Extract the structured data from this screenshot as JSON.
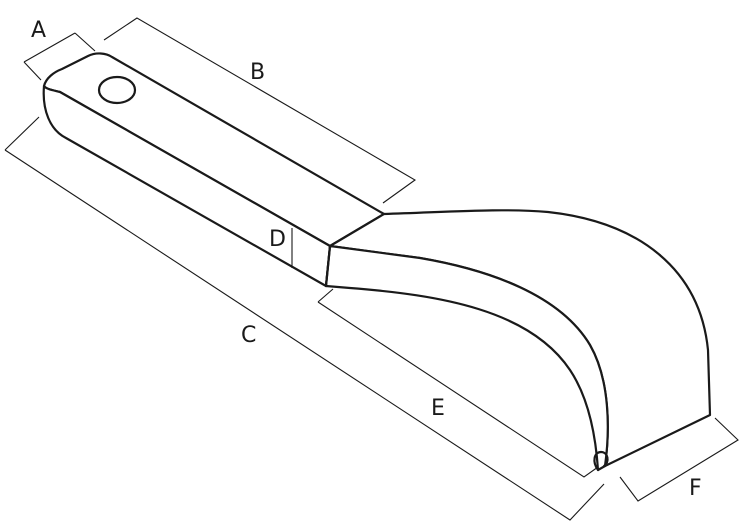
{
  "dimension_labels": {
    "a": "A",
    "b": "B",
    "c": "C",
    "d": "D",
    "e": "E",
    "f": "F"
  },
  "colors": {
    "line": "#1a1a1a",
    "background": "#ffffff"
  }
}
